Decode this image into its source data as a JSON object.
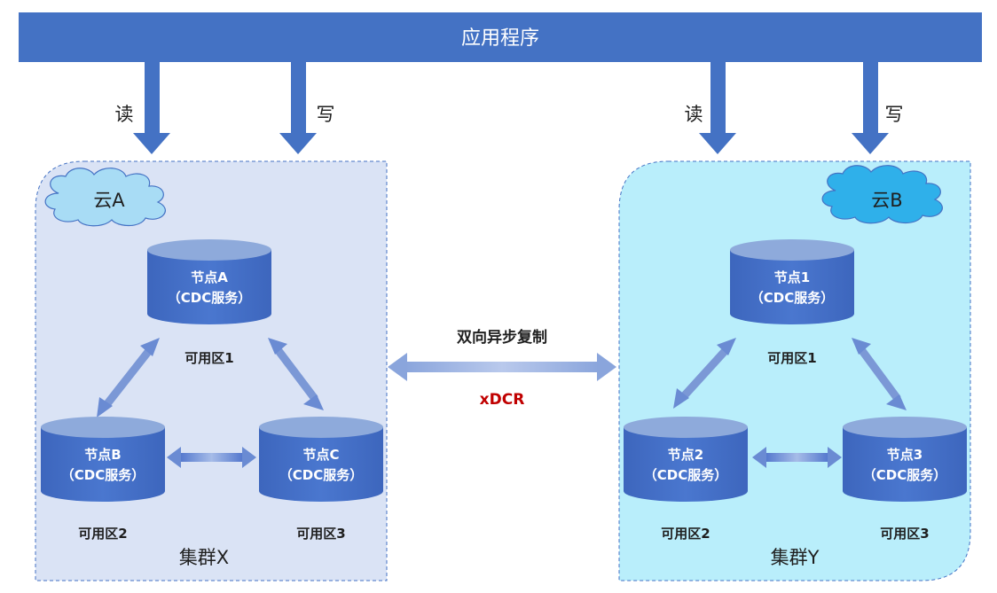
{
  "app_bar": {
    "label": "应用程序",
    "color": "#4472c4"
  },
  "io_labels": {
    "read": "读",
    "write": "写"
  },
  "replication": {
    "label": "双向异步复制",
    "sublabel": "xDCR",
    "sublabel_color": "#c00000"
  },
  "clusters": [
    {
      "id": "x",
      "name": "集群X",
      "cloud": {
        "label": "云A",
        "color": "#a8dcf5"
      },
      "background": "#dae3f5",
      "nodes": [
        {
          "line1": "节点A",
          "line2": "（CDC服务）",
          "zone": "可用区1"
        },
        {
          "line1": "节点B",
          "line2": "（CDC服务）",
          "zone": "可用区2"
        },
        {
          "line1": "节点C",
          "line2": "（CDC服务）",
          "zone": "可用区3"
        }
      ]
    },
    {
      "id": "y",
      "name": "集群Y",
      "cloud": {
        "label": "云B",
        "color": "#2fb0ea"
      },
      "background": "#b9eefb",
      "nodes": [
        {
          "line1": "节点1",
          "line2": "（CDC服务）",
          "zone": "可用区1"
        },
        {
          "line1": "节点2",
          "line2": "（CDC服务）",
          "zone": "可用区2"
        },
        {
          "line1": "节点3",
          "line2": "（CDC服务）",
          "zone": "可用区3"
        }
      ]
    }
  ],
  "colors": {
    "node": "#4472c4",
    "node_top": "#8eaadb",
    "link": "#7b98d6",
    "border": "#4472c4"
  }
}
